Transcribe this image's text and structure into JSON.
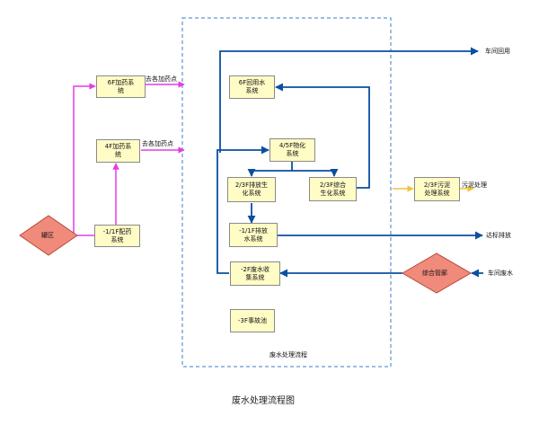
{
  "boxes": {
    "add_6f": "6F加药系\n统",
    "add_4f": "4F加药系\n统",
    "mix_1f": "-1/1F配药\n系统",
    "reuse_6f": "6F回用水\n系统",
    "phys_45f": "4/5F物化\n系统",
    "bio_23f": "2/3F排放生\n化系统",
    "combo_23f": "2/3F综合\n生化系统",
    "discharge_1f": "-1/1F排放\n水系统",
    "collect_2f": "-2F废水收\n集系统",
    "accident_3f": "-3F事故池",
    "sludge_23f": "2/3F污泥\n处理系统"
  },
  "nodes": {
    "tank_area": "罐区",
    "pipe_gallery": "综合管廊"
  },
  "labels": {
    "to_dosing_1": "去各加药点",
    "to_dosing_2": "去各加药点",
    "workshop_reuse": "车间回用",
    "sludge_treatment": "污泥处理",
    "discharge_standard": "达标排放",
    "workshop_wastewater": "车间废水",
    "region_title": "废水处理流程"
  },
  "caption": "废水处理流程图",
  "colors": {
    "reuse_line": "#0b4fa0",
    "dosing_line": "#e43ce6",
    "sludge_line": "#f2c23a",
    "box_fill": "#fffcc6",
    "node_fill": "#f08a7a",
    "region_border": "#3a7cc7"
  }
}
